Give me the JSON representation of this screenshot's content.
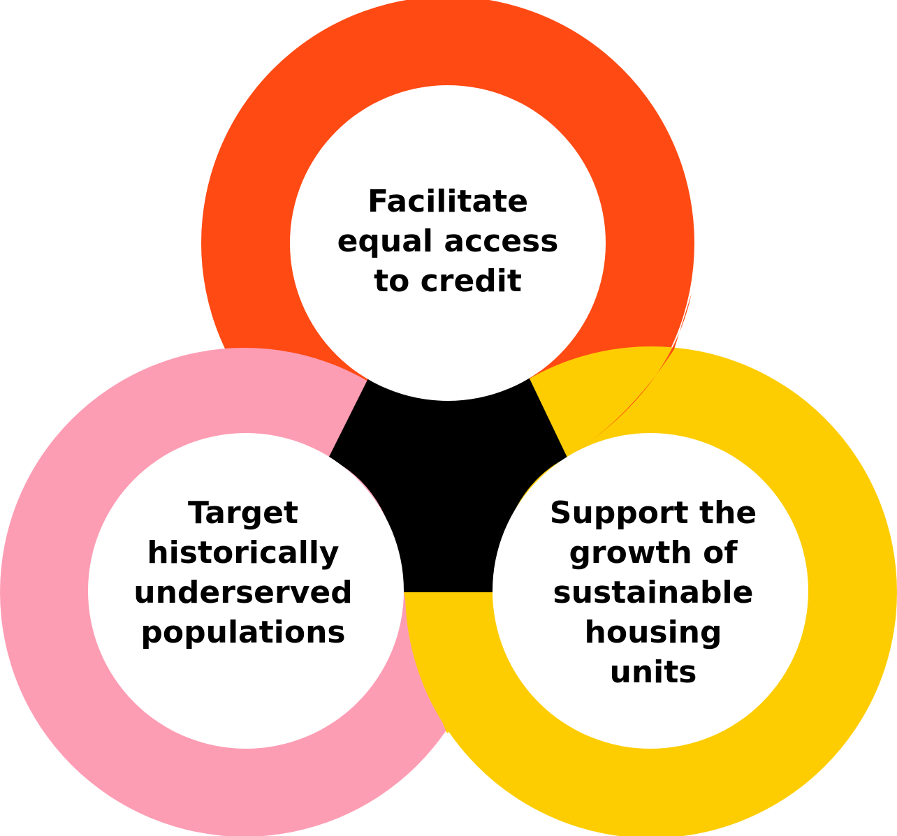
{
  "diagram": {
    "colors": {
      "top_ring": "#FF4A14",
      "left_ring": "#FD9DB4",
      "right_ring": "#FDCD02",
      "center": "#000000",
      "inner": "#FFFFFF",
      "text": "#000000"
    },
    "circles": {
      "top": {
        "lines": [
          "Facilitate",
          "equal access",
          "to credit"
        ]
      },
      "left": {
        "lines": [
          "Target",
          "historically",
          "underserved",
          "populations"
        ]
      },
      "right": {
        "lines": [
          "Support the",
          "growth of",
          "sustainable",
          "housing",
          "units"
        ]
      }
    }
  }
}
